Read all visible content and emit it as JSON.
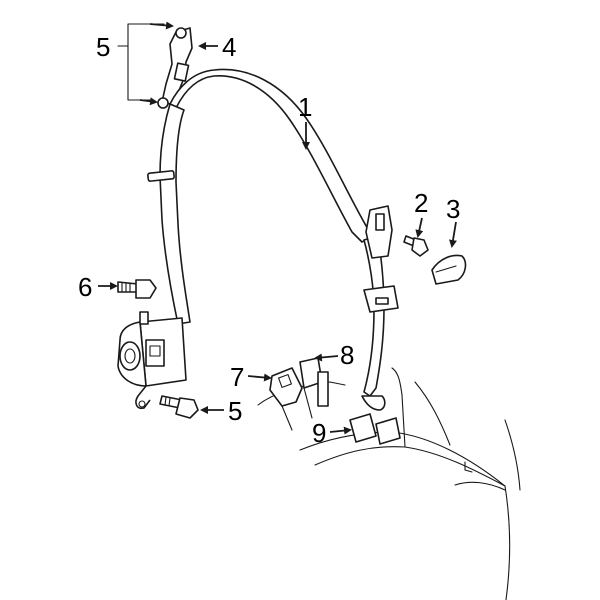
{
  "callouts": {
    "c1": "1",
    "c2": "2",
    "c3": "3",
    "c4": "4",
    "c5_top": "5",
    "c5_bottom": "5",
    "c6": "6",
    "c7": "7",
    "c8": "8",
    "c9": "9"
  }
}
